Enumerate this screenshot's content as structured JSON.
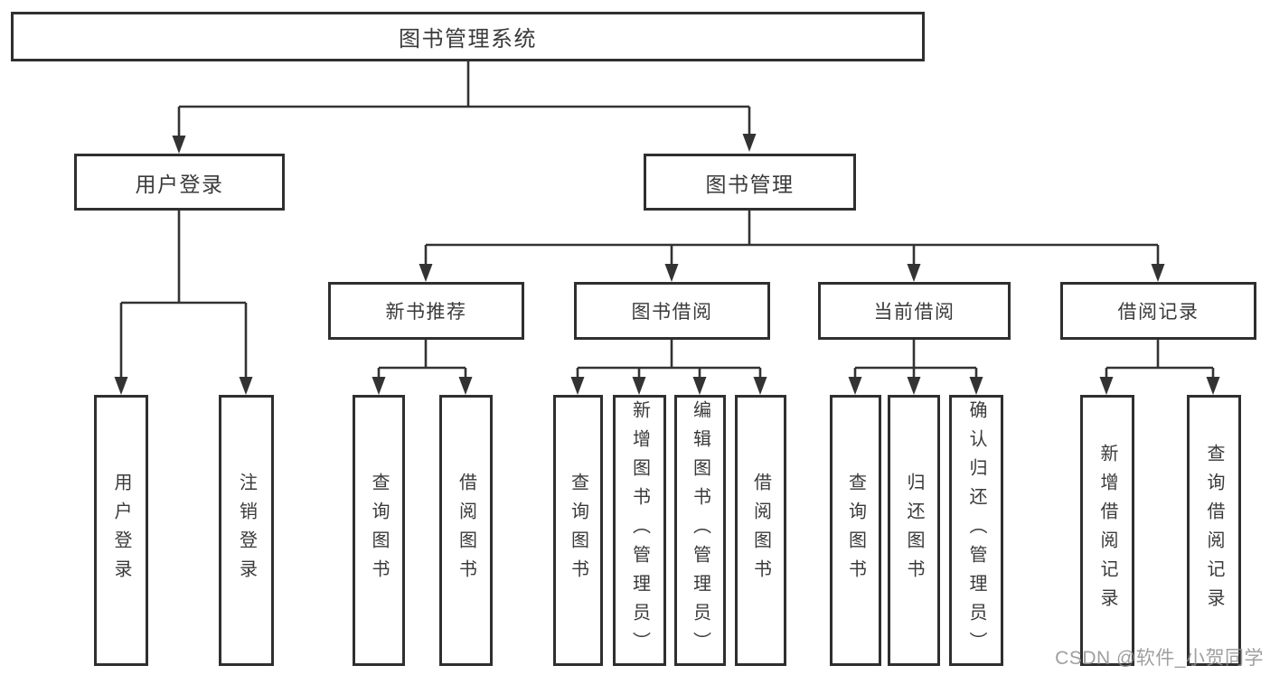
{
  "watermark": "CSDN @软件_小贺同学",
  "colors": {
    "line": "#333333",
    "box_border": "#2f2f2f",
    "box_background": "#ffffff",
    "text": "#3a3a3a",
    "watermark": "#8f8f8f",
    "page_background": "#ffffff"
  },
  "tree": {
    "root": "图书管理系统",
    "children": [
      {
        "label": "用户登录",
        "children": [
          {
            "label": "用户登录"
          },
          {
            "label": "注销登录"
          }
        ]
      },
      {
        "label": "图书管理",
        "children": [
          {
            "label": "新书推荐",
            "children": [
              {
                "label": "查询图书"
              },
              {
                "label": "借阅图书"
              }
            ]
          },
          {
            "label": "图书借阅",
            "children": [
              {
                "label": "查询图书"
              },
              {
                "label": "新增图书（管理员）"
              },
              {
                "label": "编辑图书（管理员）"
              },
              {
                "label": "借阅图书"
              }
            ]
          },
          {
            "label": "当前借阅",
            "children": [
              {
                "label": "查询图书"
              },
              {
                "label": "归还图书"
              },
              {
                "label": "确认归还（管理员）"
              }
            ]
          },
          {
            "label": "借阅记录",
            "children": [
              {
                "label": "新增借阅记录"
              },
              {
                "label": "查询借阅记录"
              }
            ]
          }
        ]
      }
    ]
  }
}
